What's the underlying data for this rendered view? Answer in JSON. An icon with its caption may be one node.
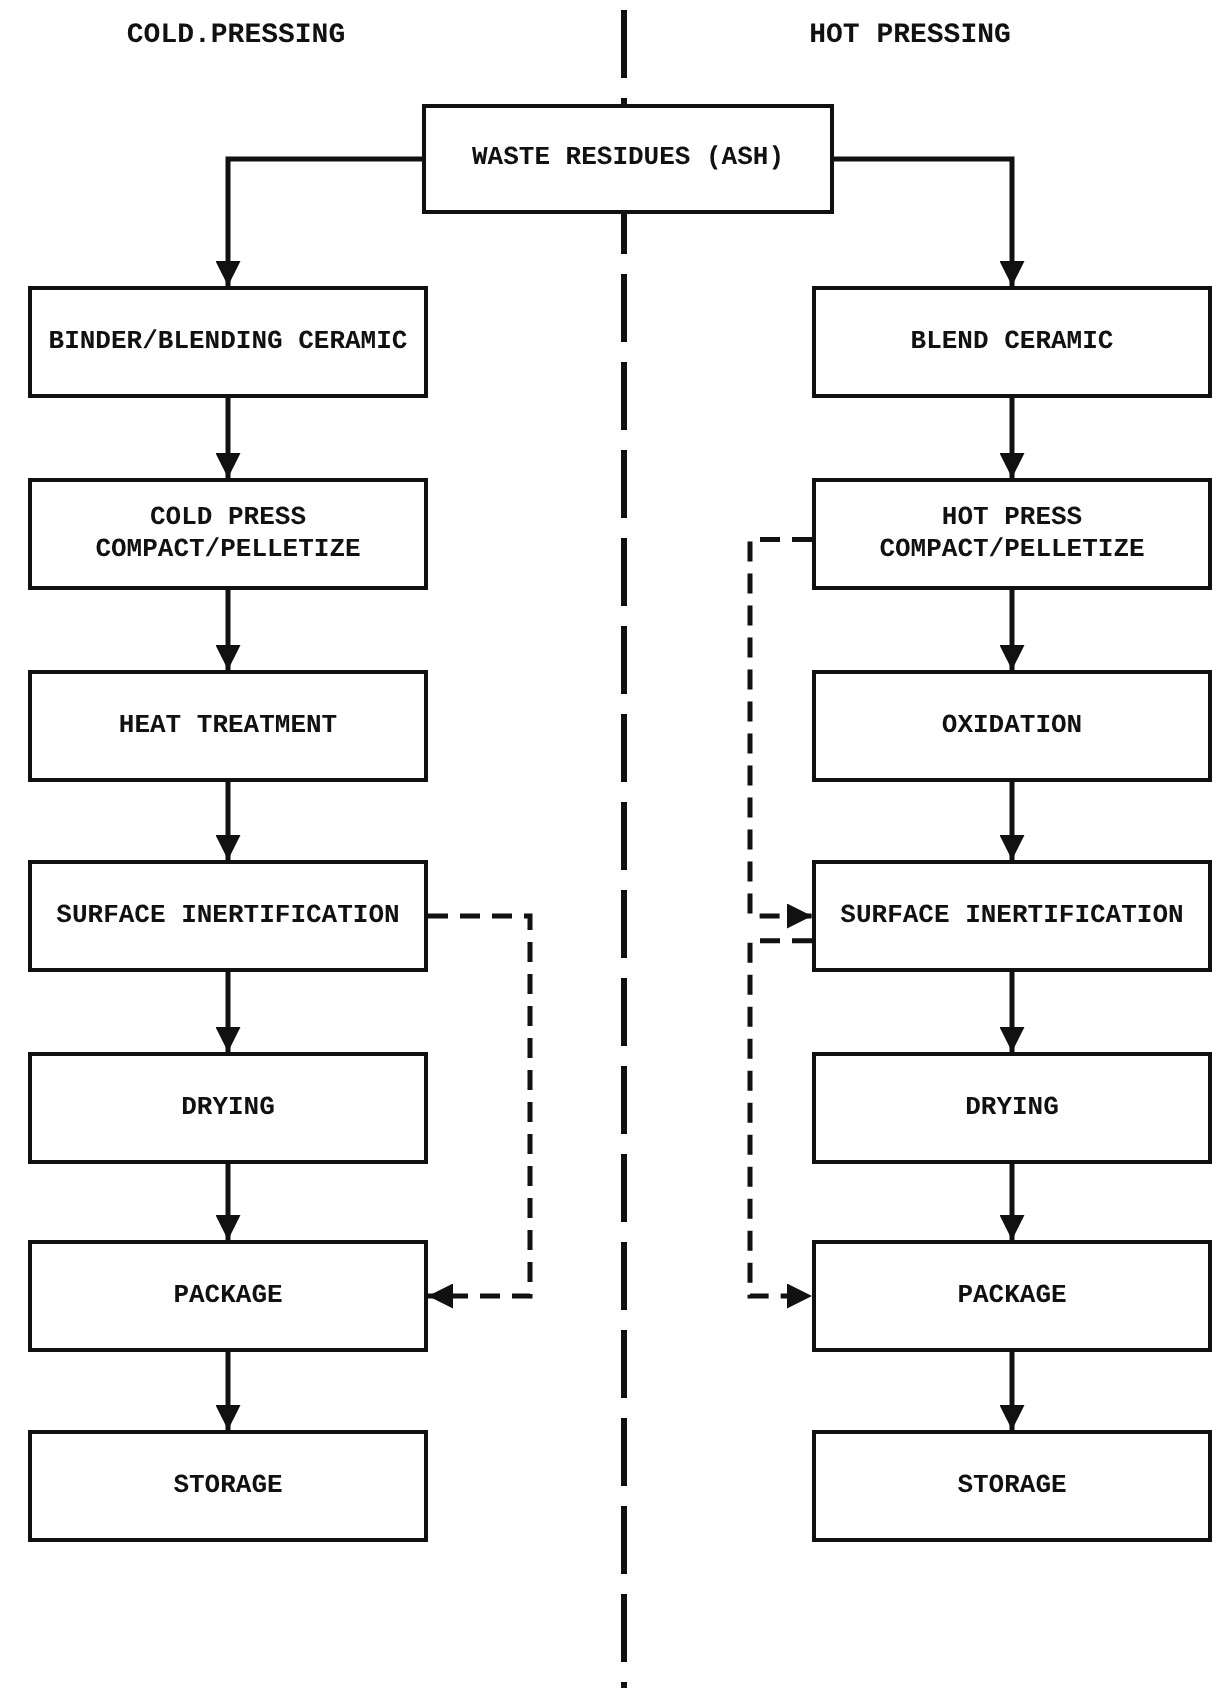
{
  "diagram": {
    "nodes": [
      {
        "text": [
          "WASTE RESIDUES (ASH)"
        ]
      },
      {
        "text": [
          "BINDER/BLENDING CERAMIC"
        ]
      },
      {
        "text": [
          "COLD PRESS COMPACT/PELLETIZE"
        ]
      },
      {
        "text": [
          "HEAT TREATMENT"
        ]
      },
      {
        "text": [
          "SURFACE INERTIFICATION"
        ]
      },
      {
        "text": [
          "DRYING"
        ]
      },
      {
        "text": [
          "PACKAGE"
        ]
      },
      {
        "text": [
          "STORAGE"
        ]
      },
      {
        "text": [
          "BLEND CERAMIC"
        ]
      },
      {
        "text": [
          "HOT PRESS COMPACT/PELLETIZE"
        ]
      },
      {
        "text": [
          "OXIDATION"
        ]
      },
      {
        "text": [
          "SURFACE INERTIFICATION"
        ]
      },
      {
        "text": [
          "DRYING"
        ]
      },
      {
        "text": [
          "PACKAGE"
        ]
      },
      {
        "text": [
          "STORAGE"
        ]
      }
    ],
    "edges": [
      {
        "from": 0,
        "to": 1,
        "arrow": "to"
      },
      {
        "from": 1,
        "to": 2,
        "arrow": "to"
      },
      {
        "from": 2,
        "to": 3,
        "arrow": "to"
      },
      {
        "from": 3,
        "to": 4,
        "arrow": "to"
      },
      {
        "from": 4,
        "to": 5,
        "arrow": "to"
      },
      {
        "from": 5,
        "to": 6,
        "arrow": "to"
      },
      {
        "from": 6,
        "to": 7,
        "arrow": "to"
      },
      {
        "from": 4,
        "to": 6,
        "arrow": "to",
        "style": "dashed"
      },
      {
        "from": 0,
        "to": 8,
        "arrow": "to"
      },
      {
        "from": 8,
        "to": 9,
        "arrow": "to"
      },
      {
        "from": 9,
        "to": 10,
        "arrow": "to"
      },
      {
        "from": 10,
        "to": 11,
        "arrow": "to"
      },
      {
        "from": 11,
        "to": 12,
        "arrow": "to"
      },
      {
        "from": 12,
        "to": 13,
        "arrow": "to"
      },
      {
        "from": 13,
        "to": 14,
        "arrow": "to"
      },
      {
        "from": 9,
        "to": 11,
        "arrow": "to",
        "style": "dashed"
      },
      {
        "from": 11,
        "to": 13,
        "arrow": "to",
        "style": "dashed"
      }
    ],
    "labels": [
      "COLD.PRESSING",
      "HOT PRESSING"
    ]
  }
}
